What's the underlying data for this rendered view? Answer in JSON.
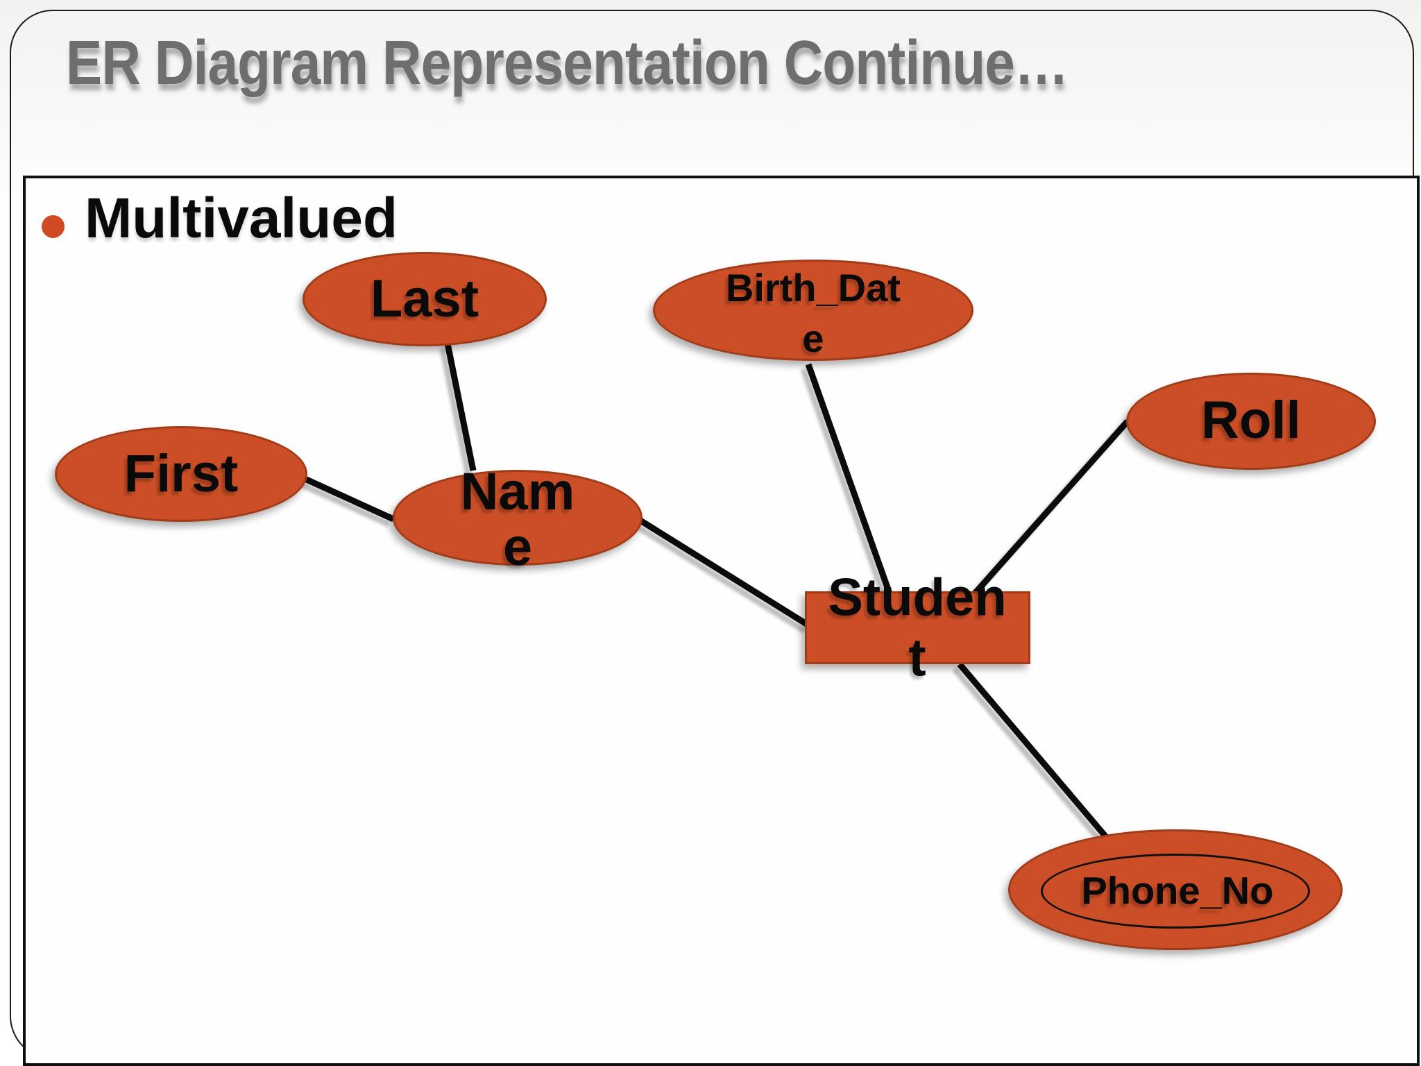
{
  "slide": {
    "title": "ER Diagram Representation Continue…",
    "bullet": "Multivalued"
  },
  "colors": {
    "shape_fill": "#cb4e26",
    "shape_stroke": "#a23b17",
    "bullet_dot": "#d04b22",
    "title_text": "#6e6e6e",
    "connector": "#0b0b0b"
  },
  "diagram": {
    "entity": {
      "name": "Student",
      "line1": "Studen",
      "line2": "t",
      "kind": "entity"
    },
    "attributes": [
      {
        "name": "Last",
        "line1": "Last",
        "kind": "simple"
      },
      {
        "name": "Birth_Date",
        "line1": "Birth_Dat",
        "line2": "e",
        "kind": "simple"
      },
      {
        "name": "First",
        "line1": "First",
        "kind": "simple"
      },
      {
        "name": "Name",
        "line1": "Nam",
        "line2": "e",
        "kind": "simple"
      },
      {
        "name": "Roll",
        "line1": "Roll",
        "kind": "simple"
      },
      {
        "name": "Phone_No",
        "line1": "Phone_No",
        "kind": "multivalued"
      }
    ]
  }
}
